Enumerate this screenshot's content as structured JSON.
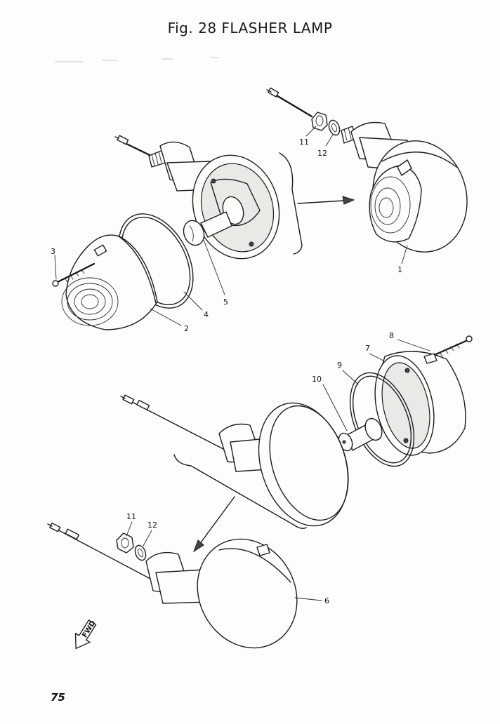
{
  "figure": {
    "title": "Fig. 28 FLASHER LAMP",
    "page_number": "75",
    "fwd_marker": "FWD"
  },
  "callouts": [
    "1",
    "2",
    "3",
    "4",
    "5",
    "6",
    "7",
    "8",
    "9",
    "10",
    "11",
    "12",
    "11",
    "12"
  ]
}
